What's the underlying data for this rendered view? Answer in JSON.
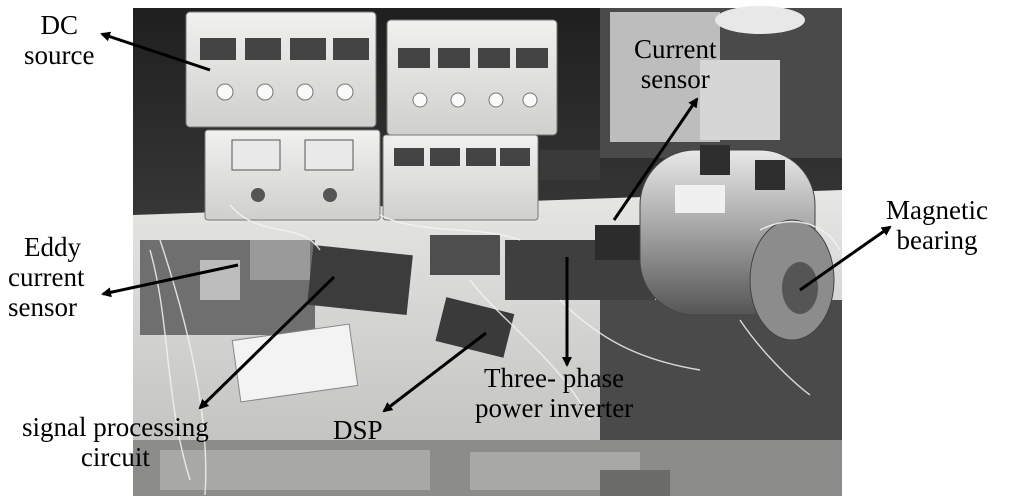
{
  "figure": {
    "labels": {
      "dc_source": [
        "DC",
        "source"
      ],
      "current_sensor": [
        "Current",
        "sensor"
      ],
      "magnetic_bearing": [
        "Magnetic",
        "bearing"
      ],
      "eddy_current_sensor": [
        "Eddy",
        "current",
        "sensor"
      ],
      "signal_processing_circuit": [
        "signal processing",
        "circuit"
      ],
      "dsp": [
        "DSP"
      ],
      "power_inverter": [
        "Three- phase",
        "power inverter"
      ]
    },
    "colors": {
      "background": "#ffffff",
      "text": "#000000",
      "arrow": "#000000",
      "wall": "#262626",
      "bench": "#d9d9d7"
    }
  }
}
